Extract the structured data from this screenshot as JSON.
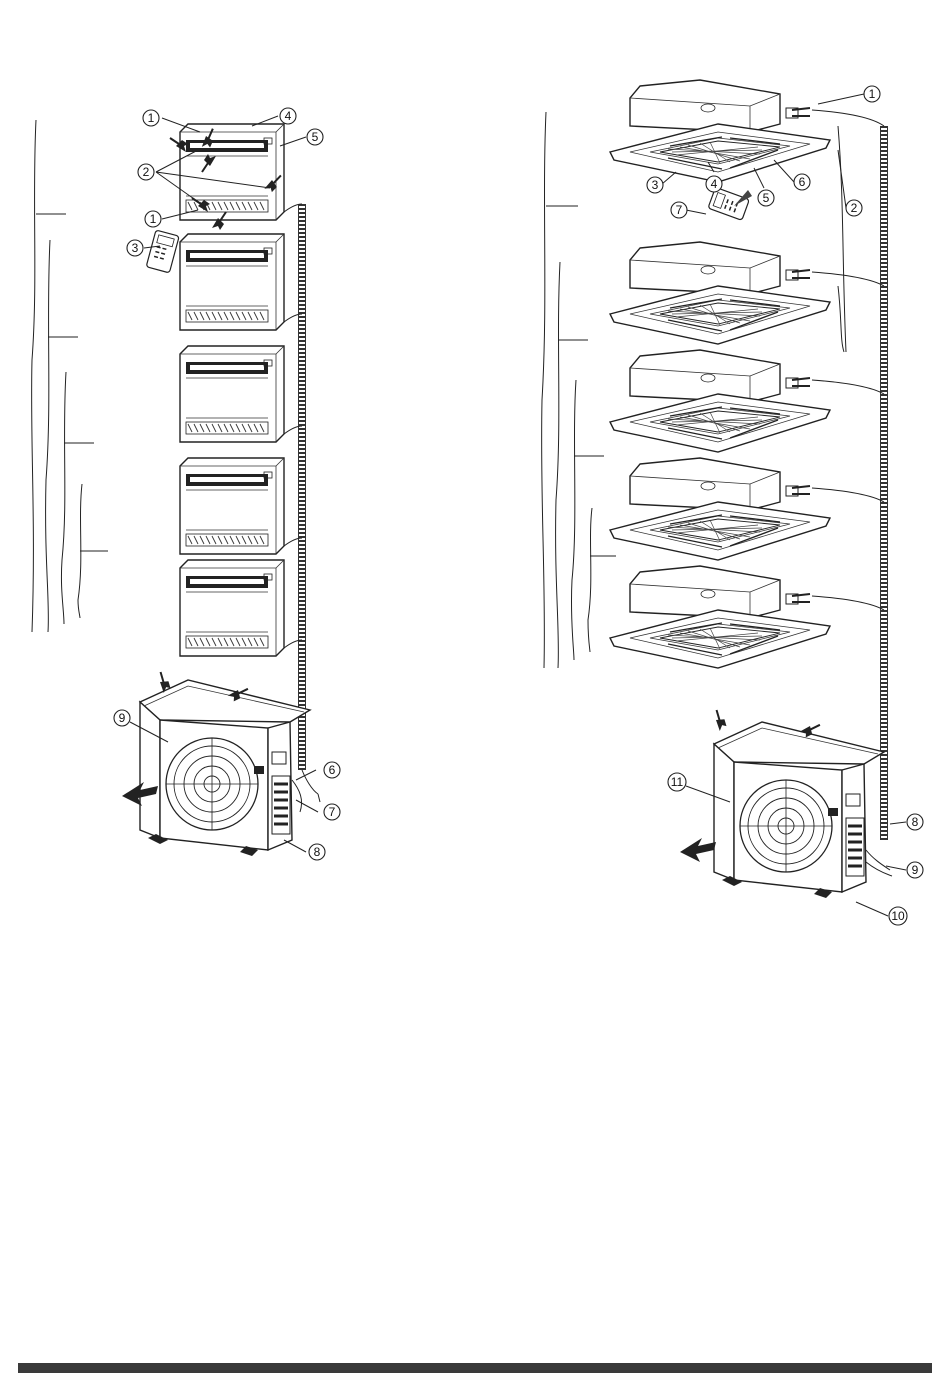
{
  "diagrams": [
    {
      "name": "console-system",
      "indoor_unit_count": 5,
      "callouts": [
        "1",
        "2",
        "3",
        "4",
        "5",
        "6",
        "7",
        "8",
        "9"
      ]
    },
    {
      "name": "cassette-system",
      "indoor_unit_count": 5,
      "callouts": [
        "1",
        "2",
        "3",
        "4",
        "5",
        "6",
        "7",
        "8",
        "9",
        "10",
        "11"
      ]
    }
  ],
  "colors": {
    "line": "#222222",
    "footer_bar": "#3a3a3a"
  }
}
